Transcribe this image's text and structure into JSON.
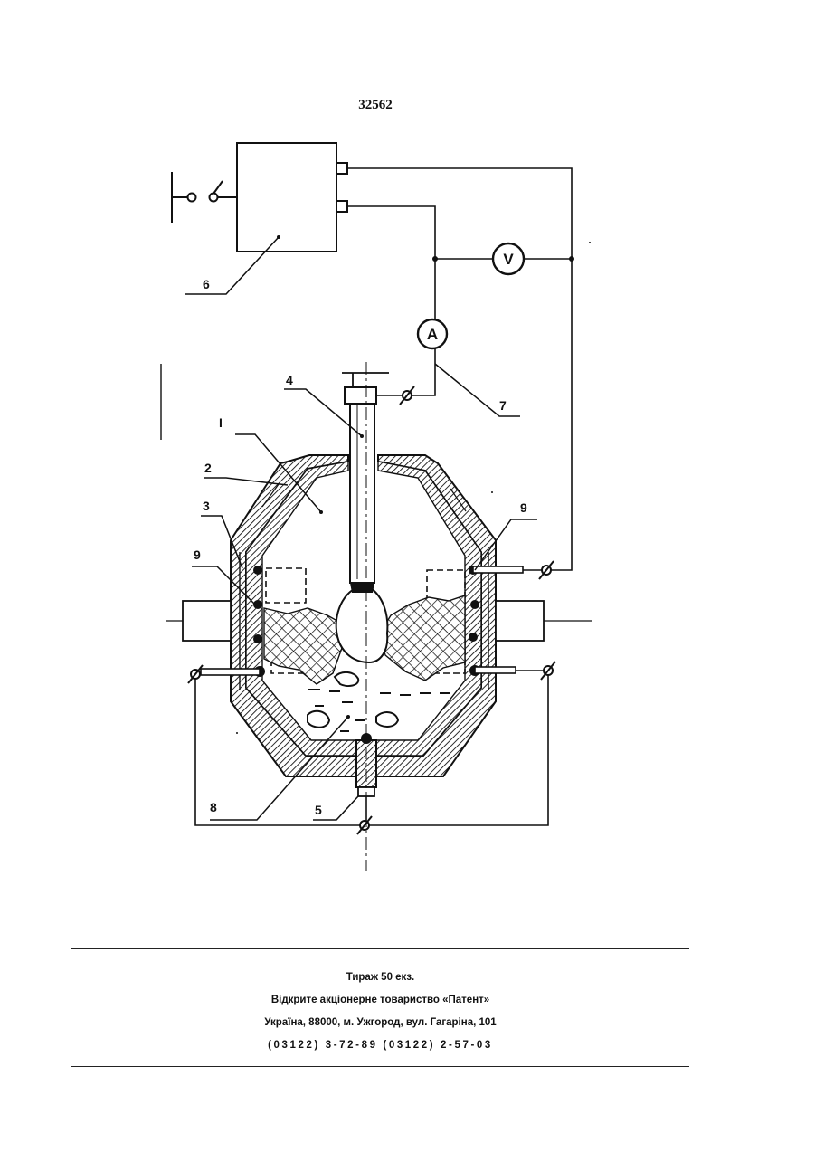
{
  "page_number": "32562",
  "labels": {
    "l1": "I",
    "l2": "2",
    "l3": "3",
    "l4": "4",
    "l5": "5",
    "l6": "6",
    "l7": "7",
    "l8": "8",
    "l9_left": "9",
    "l9_right": "9",
    "voltmeter": "V",
    "ammeter": "A"
  },
  "footer": {
    "line1": "Тираж 50 екз.",
    "line2": "Відкрите акціонерне товариство «Патент»",
    "line3": "Україна, 88000, м. Ужгород, вул. Гагаріна, 101",
    "line4": "(03122) 3-72-89 (03122) 2-57-03"
  }
}
